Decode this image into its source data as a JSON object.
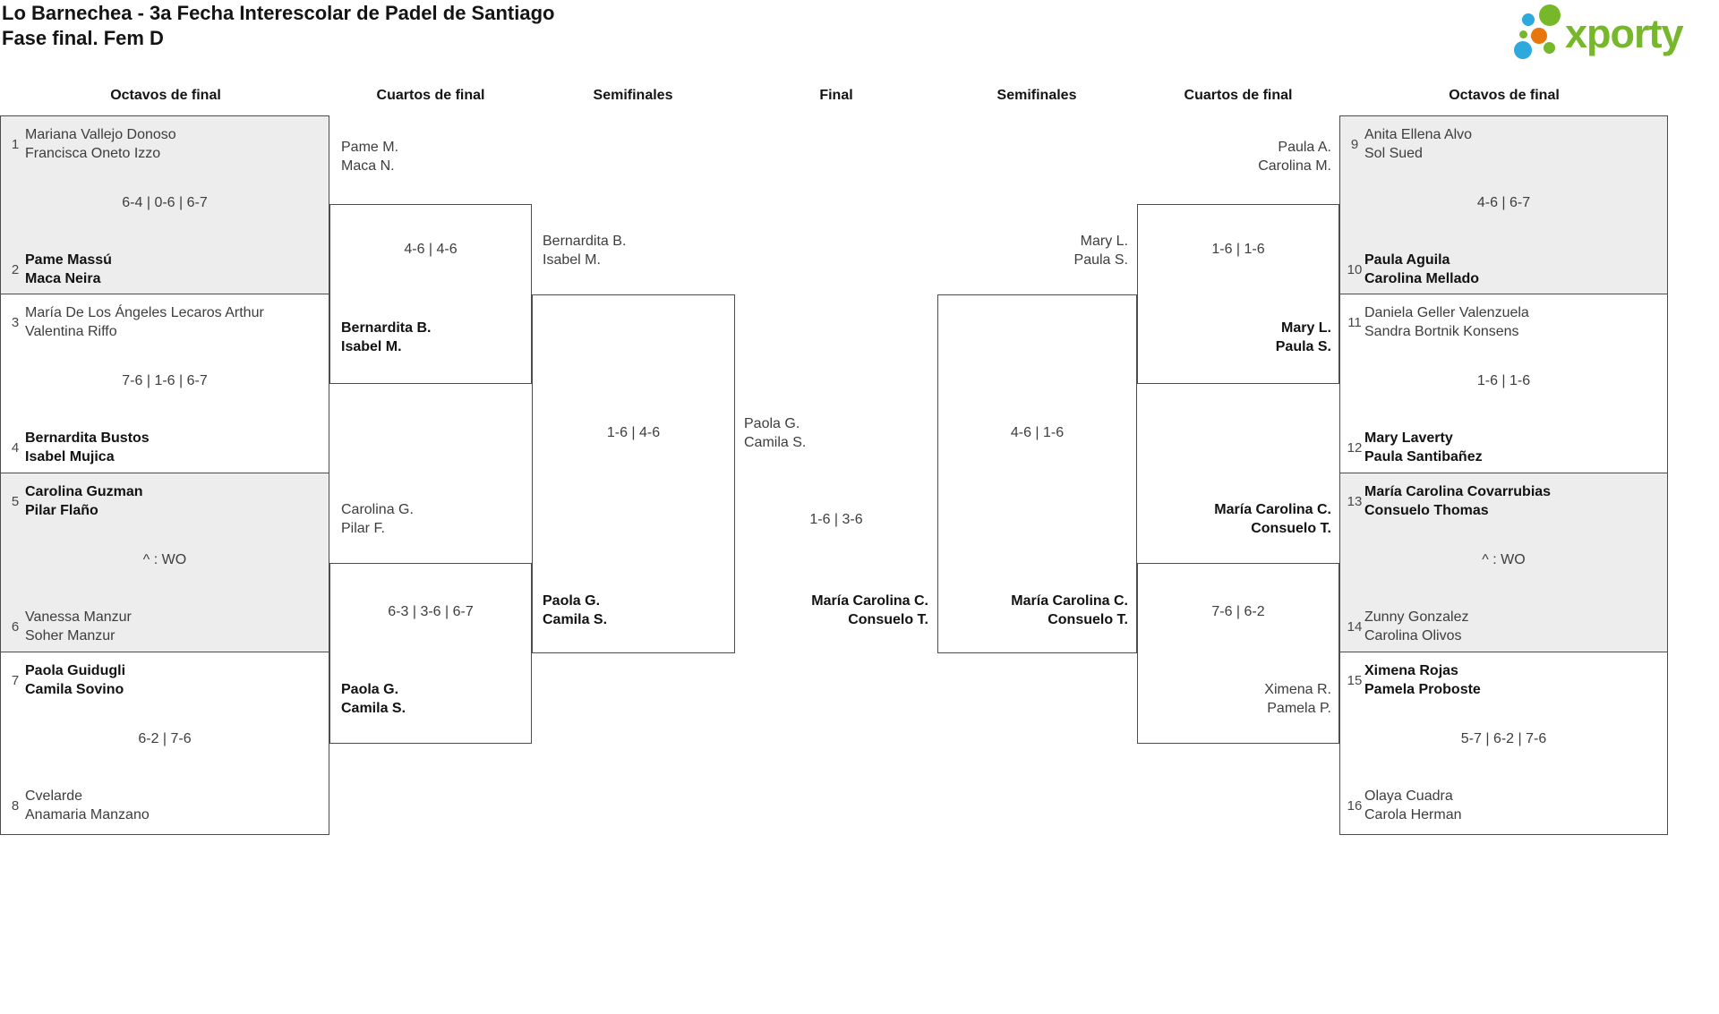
{
  "header": {
    "title_line1": "Lo Barnechea - 3a Fecha Interescolar de Padel de Santiago",
    "title_line2": "Fase final. Fem D",
    "logo_text": "xporty"
  },
  "colors": {
    "logo_green": "#76b82a",
    "logo_blue": "#2ea9de",
    "logo_orange": "#e8760f",
    "box_gray": "#ededed",
    "border": "#4c4c4c"
  },
  "round_headers": [
    "Octavos de final",
    "Cuartos de final",
    "Semifinales",
    "Final",
    "Semifinales",
    "Cuartos de final",
    "Octavos de final"
  ],
  "octavos_left": [
    {
      "seed1": "1",
      "team1": [
        "Mariana Vallejo Donoso",
        "Francisca Oneto Izzo"
      ],
      "score": "6-4 | 0-6 | 6-7",
      "seed2": "2",
      "team2": [
        "Pame Massú",
        "Maca Neira"
      ]
    },
    {
      "seed1": "3",
      "team1": [
        "María De Los Ángeles Lecaros Arthur",
        "Valentina Riffo"
      ],
      "score": "7-6 | 1-6 | 6-7",
      "seed2": "4",
      "team2": [
        "Bernardita Bustos",
        "Isabel Mujica"
      ]
    },
    {
      "seed1": "5",
      "team1": [
        "Carolina Guzman",
        "Pilar Flaño"
      ],
      "score": "^ : WO",
      "seed2": "6",
      "team2": [
        "Vanessa Manzur",
        "Soher Manzur"
      ]
    },
    {
      "seed1": "7",
      "team1": [
        "Paola Guidugli",
        "Camila Sovino"
      ],
      "score": "6-2 | 7-6",
      "seed2": "8",
      "team2": [
        "Cvelarde",
        "Anamaria Manzano"
      ]
    }
  ],
  "octavos_right": [
    {
      "seed1": "9",
      "team1": [
        "Anita Ellena Alvo",
        "Sol Sued"
      ],
      "score": "4-6 | 6-7",
      "seed2": "10",
      "team2": [
        "Paula Aguila",
        "Carolina Mellado"
      ]
    },
    {
      "seed1": "11",
      "team1": [
        "Daniela Geller Valenzuela",
        "Sandra Bortnik Konsens"
      ],
      "score": "1-6 | 1-6",
      "seed2": "12",
      "team2": [
        "Mary Laverty",
        "Paula Santibañez"
      ]
    },
    {
      "seed1": "13",
      "team1": [
        "María Carolina Covarrubias",
        "Consuelo Thomas"
      ],
      "score": "^ : WO",
      "seed2": "14",
      "team2": [
        "Zunny Gonzalez",
        "Carolina Olivos"
      ]
    },
    {
      "seed1": "15",
      "team1": [
        "Ximena Rojas",
        "Pamela Proboste"
      ],
      "score": "5-7 | 6-2 | 7-6",
      "seed2": "16",
      "team2": [
        "Olaya Cuadra",
        "Carola Herman"
      ]
    }
  ],
  "cuartos_left": [
    {
      "p1": [
        "Pame M.",
        "Maca N."
      ],
      "score": "4-6 | 4-6",
      "p2": [
        "Bernardita B.",
        "Isabel M."
      ]
    },
    {
      "p1": [
        "Carolina G.",
        "Pilar F."
      ],
      "score": "6-3 | 3-6 | 6-7",
      "p2": [
        "Paola G.",
        "Camila S."
      ]
    }
  ],
  "cuartos_right": [
    {
      "p1": [
        "Paula A.",
        "Carolina M."
      ],
      "score": "1-6 | 1-6",
      "p2": [
        "Mary L.",
        "Paula S."
      ]
    },
    {
      "p1": [
        "María Carolina C.",
        "Consuelo T."
      ],
      "score": "7-6 | 6-2",
      "p2": [
        "Ximena R.",
        "Pamela P."
      ]
    }
  ],
  "semis_left": {
    "p1": [
      "Bernardita B.",
      "Isabel M."
    ],
    "score": "1-6 | 4-6",
    "p2": [
      "Paola G.",
      "Camila S."
    ]
  },
  "semis_right": {
    "p1": [
      "Mary L.",
      "Paula S."
    ],
    "score": "4-6 | 1-6",
    "p2": [
      "María Carolina C.",
      "Consuelo T."
    ]
  },
  "final": {
    "p1": [
      "Paola G.",
      "Camila S."
    ],
    "score": "1-6 | 3-6",
    "winner": [
      "María Carolina C.",
      "Consuelo T."
    ]
  }
}
